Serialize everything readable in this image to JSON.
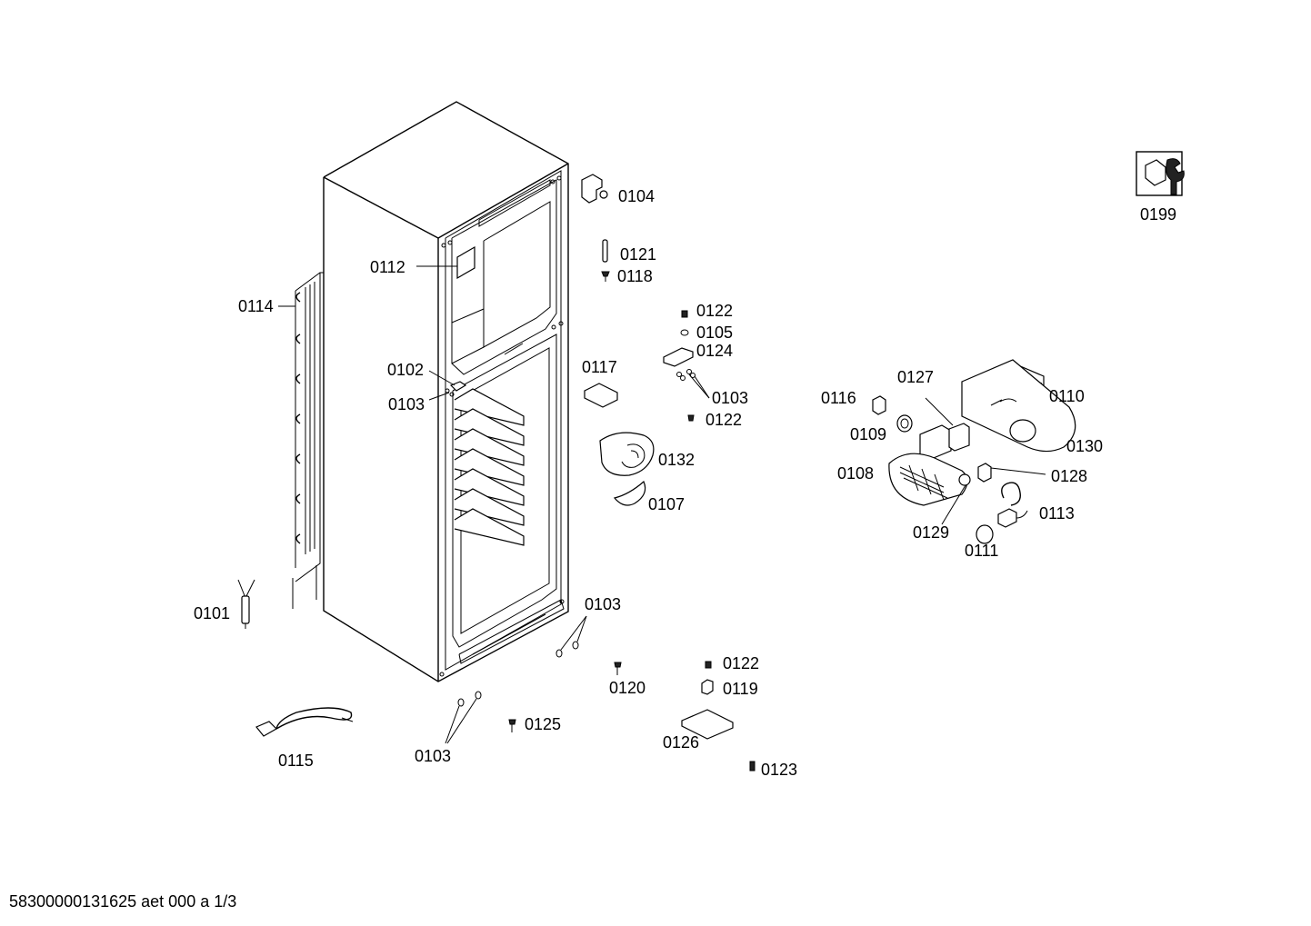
{
  "colors": {
    "line": "#000000",
    "background": "#ffffff"
  },
  "labels": [
    {
      "id": "p0104",
      "text": "0104"
    },
    {
      "id": "p0121",
      "text": "0121"
    },
    {
      "id": "p0118",
      "text": "0118"
    },
    {
      "id": "p0112",
      "text": "0112"
    },
    {
      "id": "p0114",
      "text": "0114"
    },
    {
      "id": "p0122a",
      "text": "0122"
    },
    {
      "id": "p0105",
      "text": "0105"
    },
    {
      "id": "p0124",
      "text": "0124"
    },
    {
      "id": "p0102",
      "text": "0102"
    },
    {
      "id": "p0117",
      "text": "0117"
    },
    {
      "id": "p0103a",
      "text": "0103"
    },
    {
      "id": "p0103b",
      "text": "0103"
    },
    {
      "id": "p0122b",
      "text": "0122"
    },
    {
      "id": "p0132",
      "text": "0132"
    },
    {
      "id": "p0107",
      "text": "0107"
    },
    {
      "id": "p0101",
      "text": "0101"
    },
    {
      "id": "p0103c",
      "text": "0103"
    },
    {
      "id": "p0120",
      "text": "0120"
    },
    {
      "id": "p0122c",
      "text": "0122"
    },
    {
      "id": "p0119",
      "text": "0119"
    },
    {
      "id": "p0125",
      "text": "0125"
    },
    {
      "id": "p0126",
      "text": "0126"
    },
    {
      "id": "p0103d",
      "text": "0103"
    },
    {
      "id": "p0115",
      "text": "0115"
    },
    {
      "id": "p0123",
      "text": "0123"
    },
    {
      "id": "p0199",
      "text": "0199"
    },
    {
      "id": "p0127",
      "text": "0127"
    },
    {
      "id": "p0110",
      "text": "0110"
    },
    {
      "id": "p0116",
      "text": "0116"
    },
    {
      "id": "p0109",
      "text": "0109"
    },
    {
      "id": "p0130",
      "text": "0130"
    },
    {
      "id": "p0108",
      "text": "0108"
    },
    {
      "id": "p0128",
      "text": "0128"
    },
    {
      "id": "p0113",
      "text": "0113"
    },
    {
      "id": "p0129",
      "text": "0129"
    },
    {
      "id": "p0111",
      "text": "0111"
    }
  ],
  "footer": {
    "doc_id": "58300000131625 aet 000 a 1/3"
  },
  "icons": {
    "service_tools": "wrench-nut-icon"
  }
}
